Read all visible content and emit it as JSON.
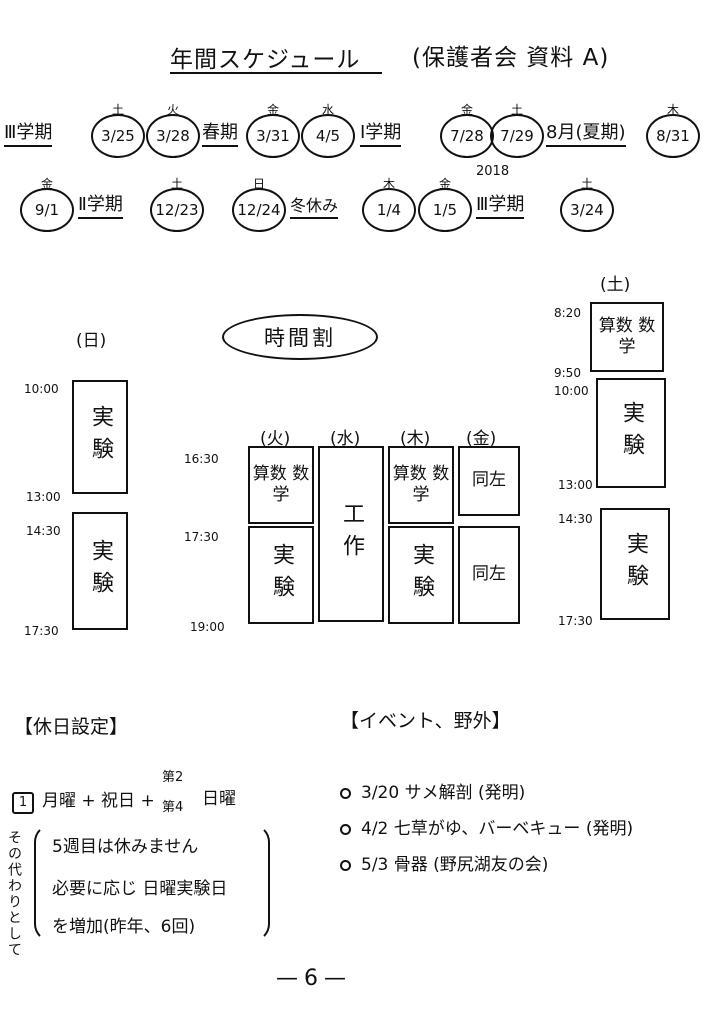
{
  "header": {
    "title": "年間スケジュール",
    "subtitle": "(保護者会 資料 A)"
  },
  "calendar": {
    "row1": {
      "term3": "Ⅲ学期",
      "spring": "春期",
      "term1": "Ⅰ学期",
      "summer": "8月(夏期)",
      "dates": [
        {
          "dow": "土",
          "date": "3/25"
        },
        {
          "dow": "火",
          "date": "3/28"
        },
        {
          "dow": "金",
          "date": "3/31"
        },
        {
          "dow": "水",
          "date": "4/5"
        },
        {
          "dow": "金",
          "date": "7/28"
        },
        {
          "dow": "土",
          "date": "7/29"
        },
        {
          "dow": "木",
          "date": "8/31"
        }
      ]
    },
    "row2": {
      "term2": "Ⅱ学期",
      "winter": "冬休み",
      "year": "2018",
      "term3": "Ⅲ学期",
      "dates": [
        {
          "dow": "金",
          "date": "9/1"
        },
        {
          "dow": "土",
          "date": "12/23"
        },
        {
          "dow": "日",
          "date": "12/24"
        },
        {
          "dow": "木",
          "date": "1/4"
        },
        {
          "dow": "金",
          "date": "1/5"
        },
        {
          "dow": "土",
          "date": "3/24"
        }
      ]
    }
  },
  "timetable": {
    "title": "時間割",
    "sunday": {
      "head": "(日)",
      "slots": [
        "実験",
        "実験"
      ],
      "times": [
        "10:00",
        "13:00",
        "14:30",
        "17:30"
      ]
    },
    "weekday": {
      "heads": [
        "(火)",
        "(水)",
        "(木)",
        "(金)"
      ],
      "times": [
        "16:30",
        "17:30",
        "19:00"
      ],
      "tue": [
        "算数 数学",
        "実験"
      ],
      "wed": "工作",
      "thu": [
        "算数 数学",
        "実験"
      ],
      "fri": [
        "同左",
        "同左"
      ]
    },
    "saturday": {
      "head": "(土)",
      "slots": [
        "算数 数学",
        "実験",
        "実験"
      ],
      "times": [
        "8:20",
        "9:50",
        "10:00",
        "13:00",
        "14:30",
        "17:30"
      ]
    }
  },
  "holidays": {
    "title": "【休日設定】",
    "num": "1",
    "rule_main": "月曜 + 祝日 + ",
    "rule_top": "第2",
    "rule_bottom": "第4",
    "rule_end": "日曜",
    "side_note": "その代わりとして",
    "lines": [
      "5週目は休みません",
      "必要に応じ 日曜実験日",
      "を増加(昨年、6回)"
    ]
  },
  "events": {
    "title": "【イベント、野外】",
    "items": [
      "3/20 サメ解剖 (発明)",
      "4/2 七草がゆ、バーベキュー (発明)",
      "5/3 骨器 (野尻湖友の会)"
    ]
  },
  "page_number": "—6—"
}
